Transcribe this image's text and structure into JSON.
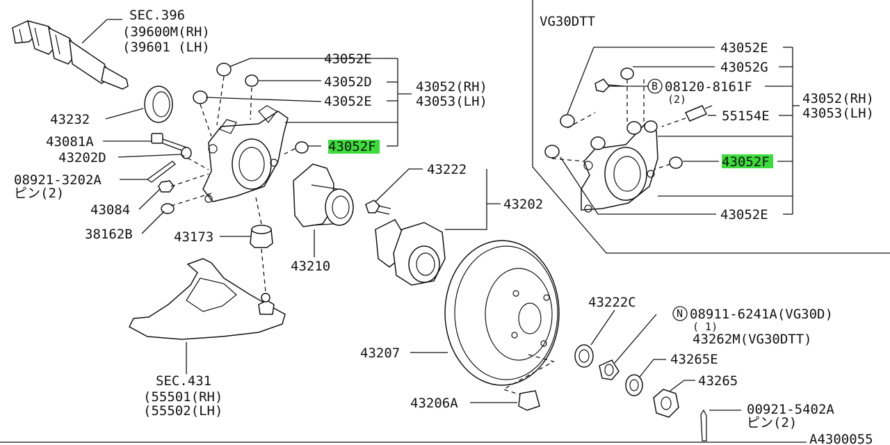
{
  "labels": {
    "sec396": "SEC.396",
    "p39600m": "(39600M(RH)",
    "p39601": "(39601 (LH)",
    "p43232": "43232",
    "p43081a": "43081A",
    "p43202d": "43202D",
    "p08921_3202a": "08921-3202A",
    "pin2_left": "ピン(2)",
    "p43084": "43084",
    "p38162b": "38162B",
    "p43173": "43173",
    "p43052e_1": "43052E",
    "p43052d": "43052D",
    "p43052e_2": "43052E",
    "p43052f_main": "43052F",
    "p43052_rh_main": "43052(RH)",
    "p43053_lh_main": "43053(LH)",
    "p43222": "43222",
    "p43202": "43202",
    "p43210": "43210",
    "sec431": "SEC.431",
    "p55501": "(55501(RH)",
    "p55502": "(55502(LH)",
    "p43207": "43207",
    "p43206a": "43206A",
    "p43222c": "43222C",
    "n_circle": "N",
    "p08911": "08911-6241A(VG30D)",
    "qty1": "( 1)",
    "p43262m": "43262M(VG30DTT)",
    "p43265e": "43265E",
    "p43265": "43265",
    "p00921": "00921-5402A",
    "pin2_right": "ピン(2)",
    "figure_code": "A4300055"
  },
  "inset": {
    "title": "VG30DTT",
    "p43052e_top": "43052E",
    "p43052g": "43052G",
    "b_circle": "B",
    "p08120": "08120-8161F",
    "qty2": "(2)",
    "p55154e": "55154E",
    "p43052_rh": "43052(RH)",
    "p43053_lh": "43053(LH)",
    "p43052f": "43052F",
    "p43052e_bottom": "43052E"
  },
  "highlight_color": "#3ddc3d"
}
